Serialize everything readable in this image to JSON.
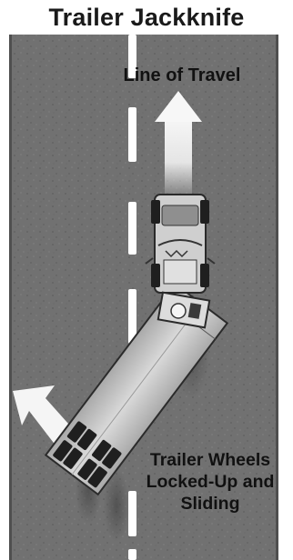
{
  "figure": {
    "title": "Trailer Jackknife",
    "labels": {
      "line_of_travel": "Line of Travel",
      "wheels_line1": "Trailer Wheels",
      "wheels_line2": "Locked-Up and",
      "wheels_line3": "Sliding"
    },
    "colors": {
      "road": "#6f6f6f",
      "road_speckle": "#5a5a5a",
      "lane_marking": "#ffffff",
      "arrow": "#f2f2f2",
      "truck_body": "#cfcfcf",
      "trailer_body": "#b9b9b9",
      "tire": "#1f1f1f",
      "text": "#111111"
    }
  }
}
